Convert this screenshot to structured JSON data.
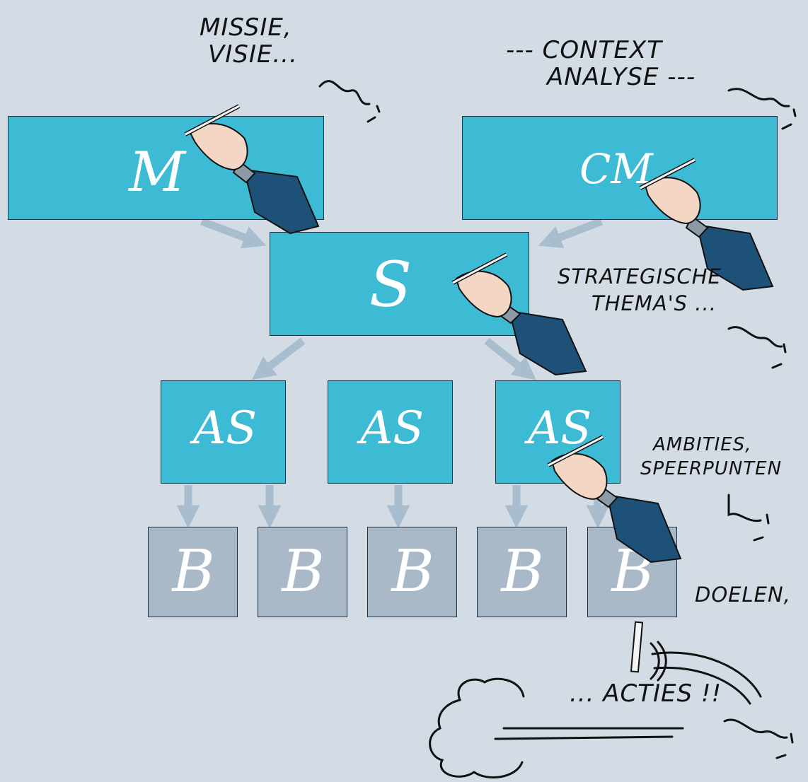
{
  "notes": {
    "mission": [
      "MISSIE,",
      "VISIE..."
    ],
    "context": [
      "--- CONTEXT",
      "ANALYSE ---"
    ],
    "strategic": [
      "STRATEGISCHE",
      "THEMA'S ..."
    ],
    "ambitions": [
      "AMBITIES,",
      "SPEERPUNTEN"
    ],
    "goals": "DOELEN,",
    "actions": "... ACTIES !!"
  },
  "glyphs": {
    "mission": "M",
    "context": "CM",
    "strategy": "S",
    "ambition": "AS",
    "goal": "B"
  },
  "colors": {
    "background": "#d3dce5",
    "box_blue": "#3dbbd4",
    "box_grey": "#a9b9c7",
    "arrow": "#a8bdce",
    "sleeve": "#1e5178",
    "skin": "#f3d7c4"
  }
}
